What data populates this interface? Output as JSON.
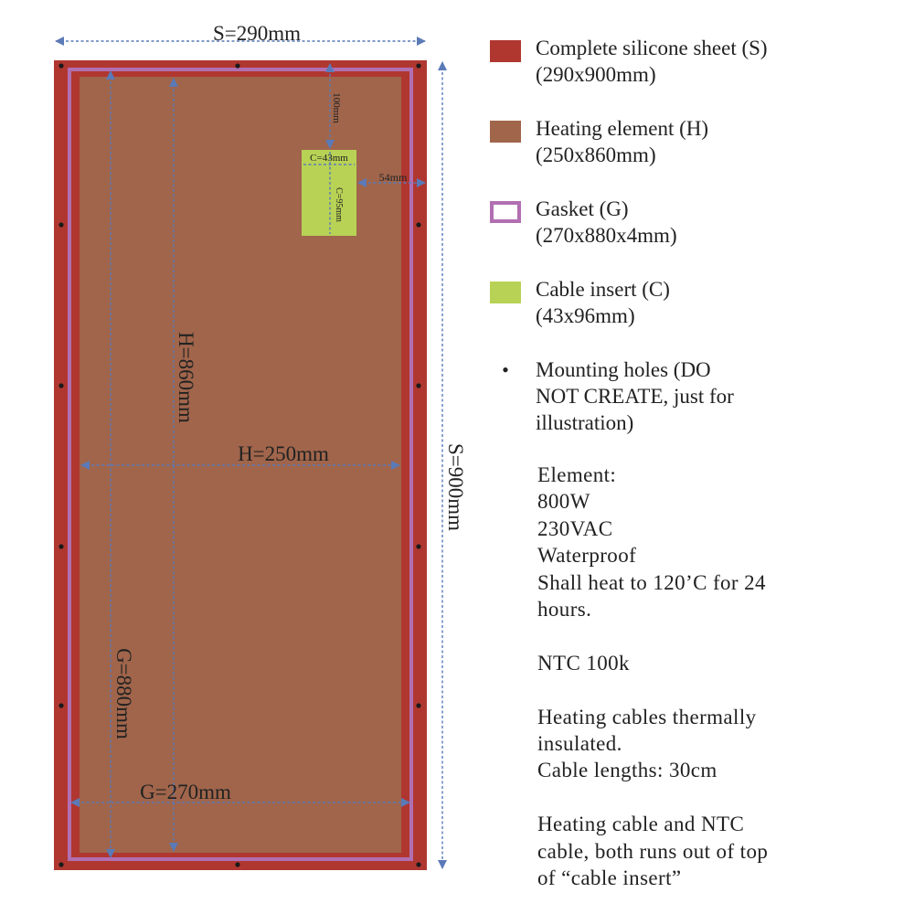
{
  "colors": {
    "sheet": "#b03730",
    "heating": "#a0654b",
    "gasket": "#b16fb2",
    "cable_insert": "#b8d255",
    "arrow": "#5a7ab8",
    "hole": "#1a1a1a"
  },
  "dimensions": {
    "sheet_width": "S=290mm",
    "sheet_height": "S=900mm",
    "heating_height": "H=860mm",
    "heating_width": "H=250mm",
    "gasket_height": "G=880mm",
    "gasket_width": "G=270mm",
    "top_offset": "100mm",
    "side_offset": "54mm",
    "insert_width": "C=43mm",
    "insert_height": "C=95mm"
  },
  "legend": [
    {
      "name": "sheet",
      "lines": [
        "Complete silicone sheet (S)",
        "(290x900mm)"
      ],
      "swatch": "#b03730",
      "style": "filled"
    },
    {
      "name": "heating",
      "lines": [
        "Heating element (H)",
        "(250x860mm)"
      ],
      "swatch": "#a0654b",
      "style": "filled"
    },
    {
      "name": "gasket",
      "lines": [
        "Gasket (G)",
        "(270x880x4mm)"
      ],
      "swatch": "#b16fb2",
      "style": "outline"
    },
    {
      "name": "cable-insert",
      "lines": [
        "Cable insert (C)",
        "(43x96mm)"
      ],
      "swatch": "#b8d255",
      "style": "filled"
    },
    {
      "name": "mounting-holes",
      "lines": [
        "Mounting holes (DO",
        "NOT CREATE, just for",
        "illustration)"
      ],
      "swatch": "",
      "style": "dot"
    }
  ],
  "notes": [
    "Element:",
    "800W",
    "230VAC",
    "Waterproof",
    "Shall heat to 120’C for 24",
    "hours.",
    "",
    "NTC 100k",
    "",
    "Heating cables thermally",
    "insulated.",
    "Cable lengths: 30cm",
    "",
    "Heating cable and NTC",
    "cable, both runs out of top",
    "of “cable insert”"
  ]
}
